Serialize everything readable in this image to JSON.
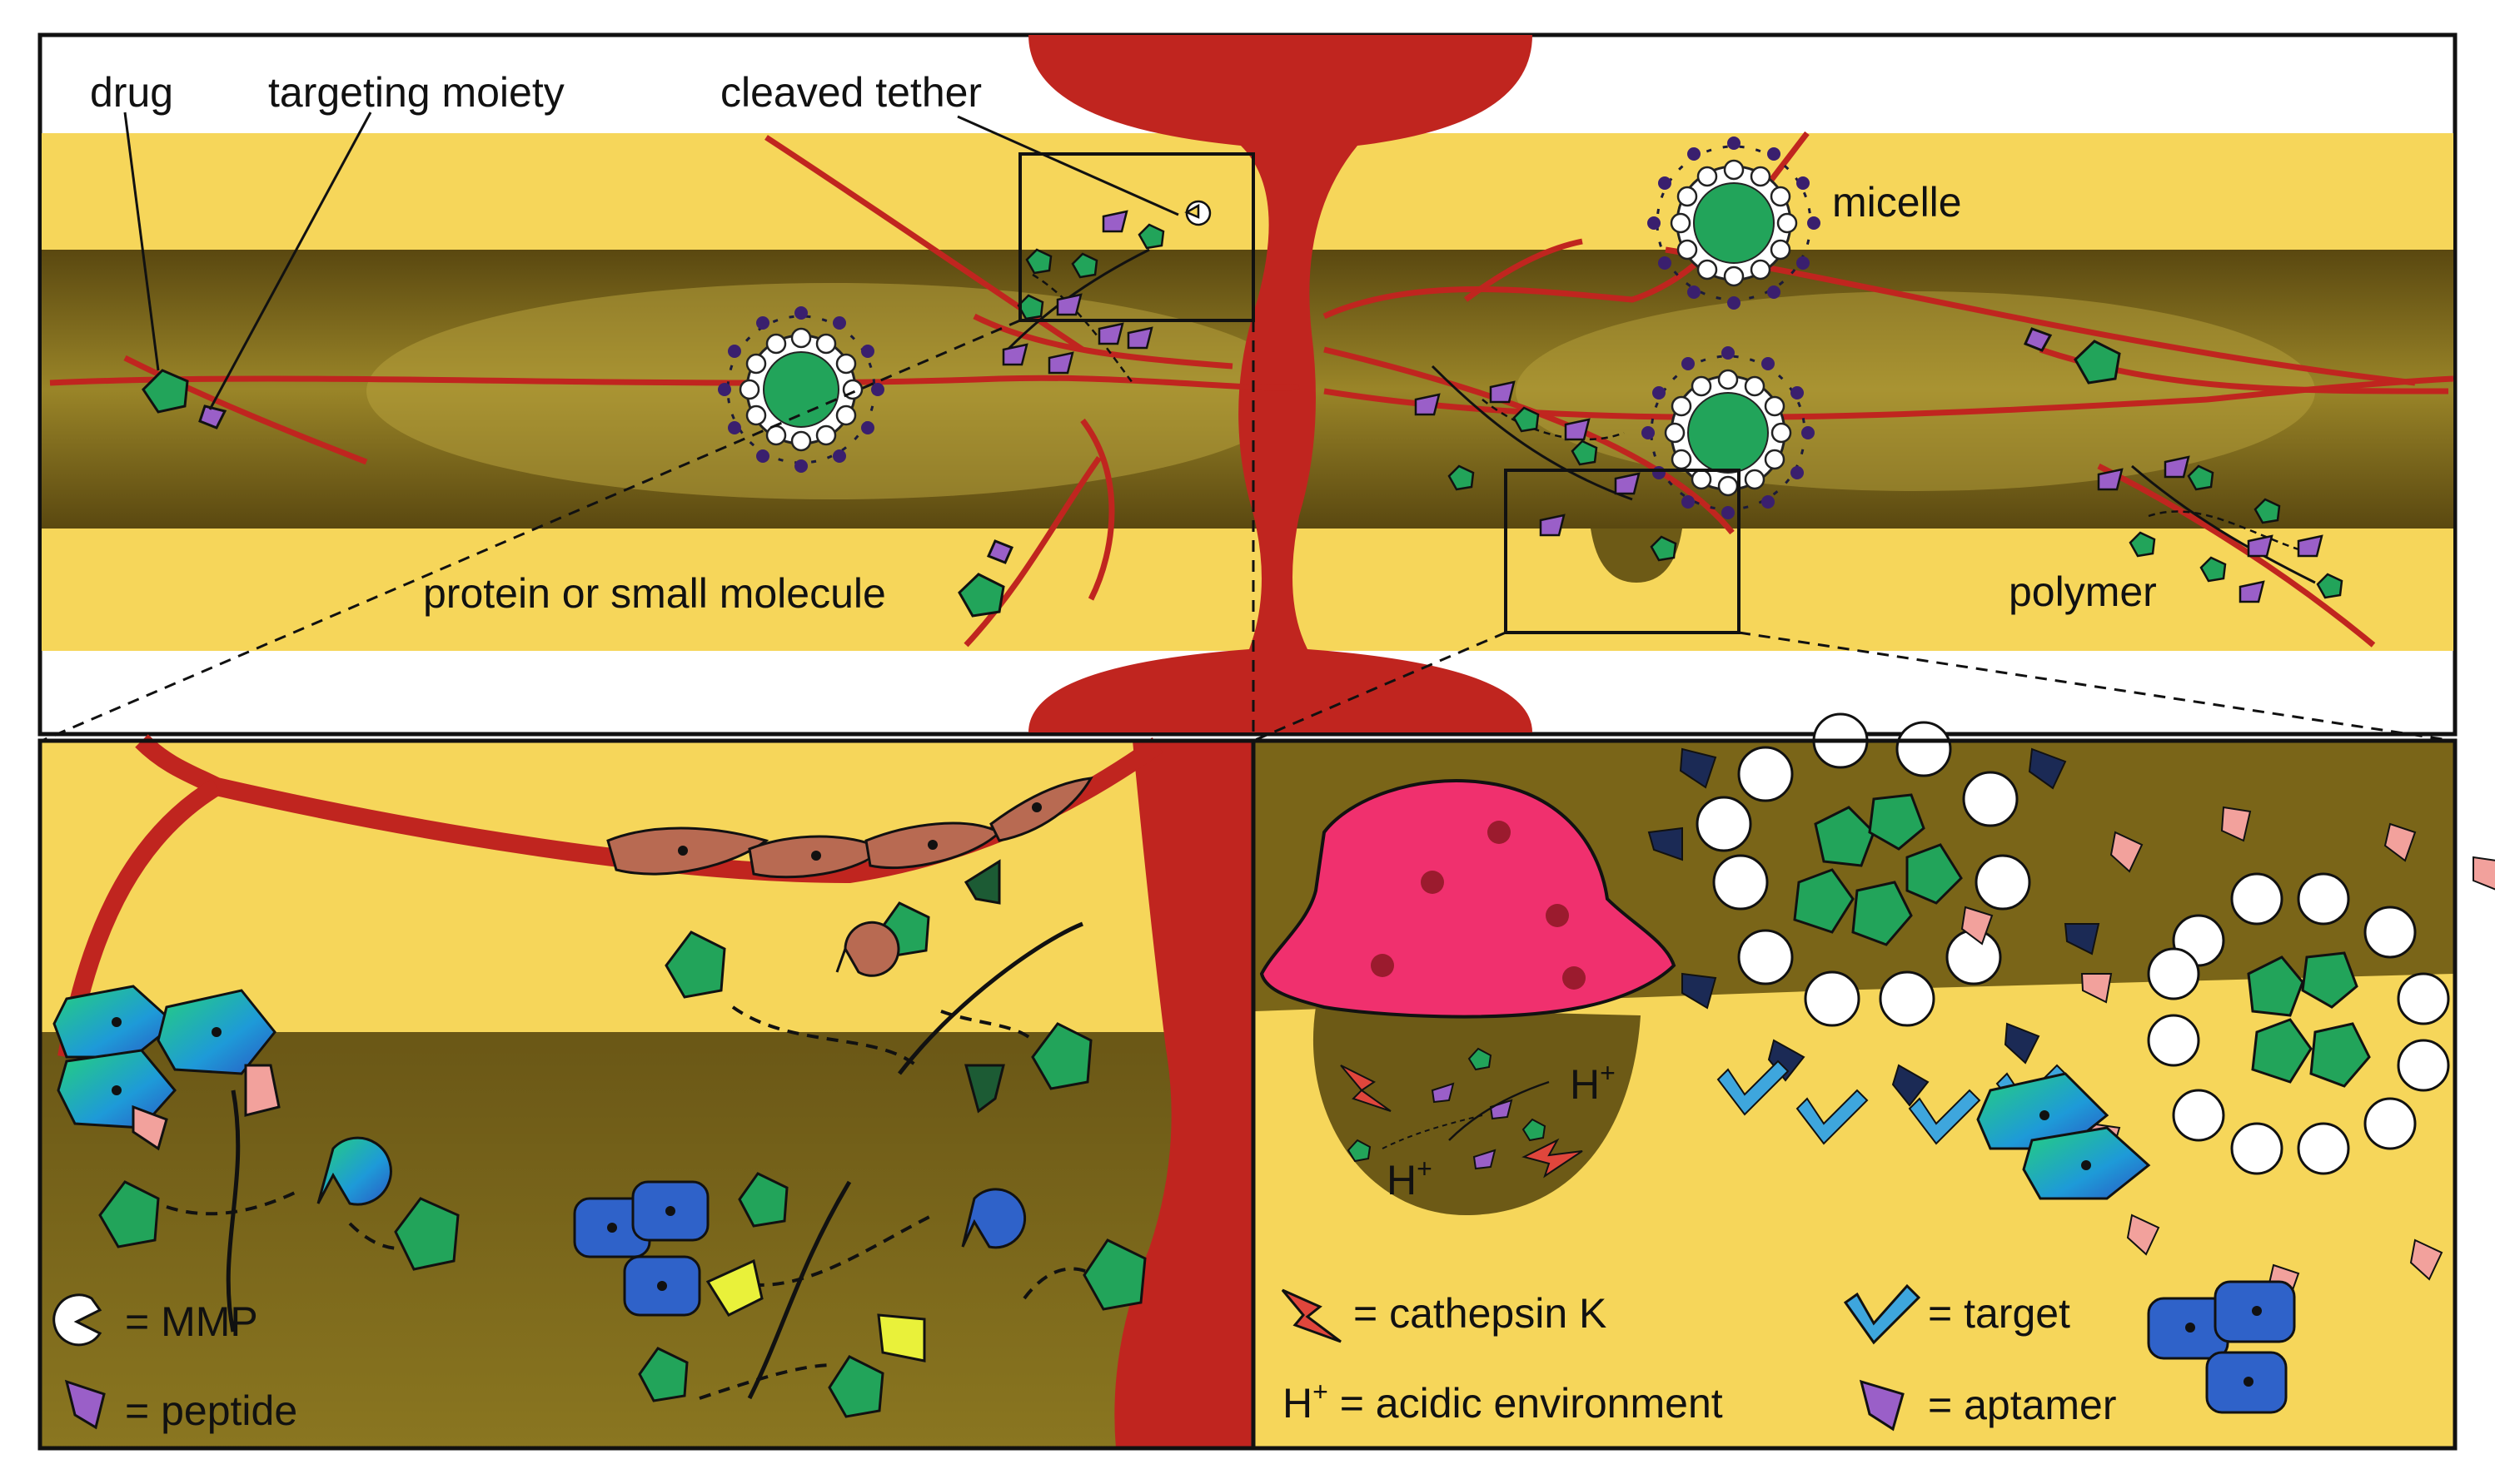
{
  "top_panel": {
    "labels": {
      "drug": "drug",
      "targeting_moiety": "targeting moiety",
      "cleaved_tether": "cleaved tether",
      "micelle": "micelle",
      "protein_or_small_molecule": "protein or small molecule",
      "polymer": "polymer"
    }
  },
  "bottom_left_legend": {
    "mmp": "= MMP",
    "peptide": "= peptide"
  },
  "bottom_right_legend": {
    "cathepsin": "= cathepsin K",
    "acidic_h": "H",
    "acidic_plus": "+",
    "acidic_rest": " = acidic environment",
    "target": "= target",
    "aptamer": "= aptamer"
  },
  "in_figure_text": {
    "h_plus_1": "H",
    "h_plus_2": "H",
    "plus": "+"
  },
  "colors": {
    "band_yellow": "#f6d65a",
    "band_dark": "#6d5a16",
    "vessel_red": "#c0251f",
    "drug_green": "#22a45a",
    "peptide_purple": "#9a5fc8",
    "aptamer_pink": "#f2a19c",
    "target_blue": "#3ea6dd",
    "cathepsin_pink": "#f0306e",
    "cell_blue": "#2f62c9"
  }
}
